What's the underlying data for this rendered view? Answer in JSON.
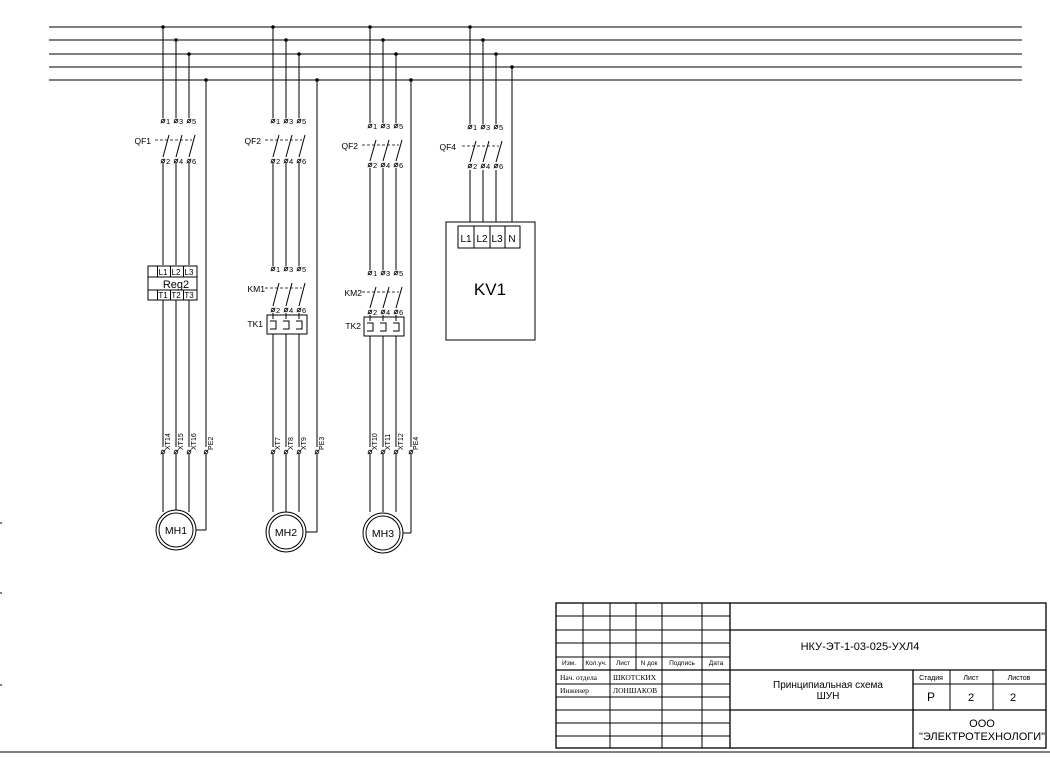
{
  "breakers": [
    "QF1",
    "QF2",
    "QF2",
    "QF4"
  ],
  "contactors": [
    "KM1",
    "KM2"
  ],
  "thermal_relays": [
    "TK1",
    "TK2"
  ],
  "pole_labels": {
    "top": [
      "1",
      "3",
      "5"
    ],
    "bottom": [
      "2",
      "4",
      "6"
    ]
  },
  "reg": {
    "name": "Reg2",
    "inputs": [
      "L1",
      "L2",
      "L3"
    ],
    "outputs": [
      "T1",
      "T2",
      "T3"
    ]
  },
  "kv": {
    "name": "KV1",
    "terminals": [
      "L1",
      "L2",
      "L3",
      "N"
    ]
  },
  "terminal_groups": [
    [
      "XT14",
      "XT15",
      "XT16",
      "PE2"
    ],
    [
      "XT7",
      "XT8",
      "XT9",
      "PE3"
    ],
    [
      "XT10",
      "XT11",
      "XT12",
      "PE4"
    ]
  ],
  "motors": [
    "МН1",
    "МН2",
    "МН3"
  ],
  "title_block": {
    "designation": "НКУ-ЭТ-1-03-025-УХЛ4",
    "title_line1": "Принципиальная схема",
    "title_line2": "ШУН",
    "col_headers": [
      "Изм.",
      "Кол.уч.",
      "Лист",
      "N док",
      "Подпись",
      "Дата"
    ],
    "roles": [
      {
        "role": "Нач. отдела",
        "name": "ШКОТСКИХ"
      },
      {
        "role": "Инженер",
        "name": "ЛОНШАКОВ"
      }
    ],
    "stage_label": "Стадия",
    "sheet_label": "Лист",
    "sheets_label": "Листов",
    "stage": "Р",
    "sheet": "2",
    "sheets": "2",
    "company_line1": "ООО",
    "company_line2": "\"ЭЛЕКТРОТЕХНОЛОГИ\""
  }
}
